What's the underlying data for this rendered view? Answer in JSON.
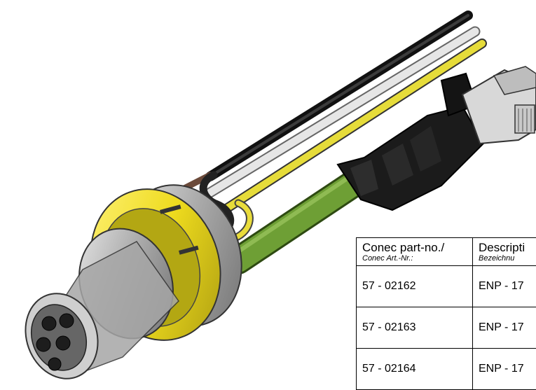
{
  "table": {
    "headers": [
      {
        "main": "Conec part-no./",
        "sub": "Conec Art.-Nr.:"
      },
      {
        "main": "Descripti",
        "sub": "Bezeichnu"
      }
    ],
    "rows": [
      {
        "part_no": "57 - 02162",
        "description": "ENP - 17"
      },
      {
        "part_no": "57 - 02163",
        "description": "ENP - 17"
      },
      {
        "part_no": "57 - 02164",
        "description": "ENP - 17"
      }
    ]
  },
  "colors": {
    "yellow": "#f0e12a",
    "green_cable": "#6e9f35",
    "black_wire": "#2a2a2a",
    "grey_wire": "#d8d8d8",
    "metal": "#b9b9b9"
  }
}
